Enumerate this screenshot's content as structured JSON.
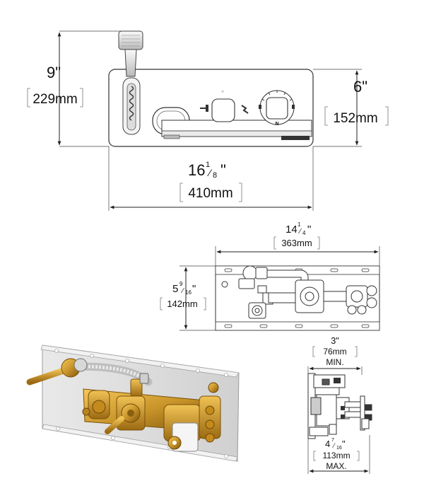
{
  "top_view": {
    "height_in": "9\"",
    "height_mm": "229mm",
    "plate_height_in": "6\"",
    "plate_height_mm": "152mm",
    "width_whole": "16",
    "width_num": "1",
    "width_den": "8",
    "width_quote": "\"",
    "width_mm": "410mm"
  },
  "valve_body": {
    "width_whole": "14",
    "width_num": "1",
    "width_den": "4",
    "width_quote": "\"",
    "width_mm": "363mm",
    "height_whole": "5",
    "height_num": "9",
    "height_den": "16",
    "height_quote": "\"",
    "height_mm": "142mm"
  },
  "depth": {
    "min_in": "3\"",
    "min_mm": "76mm",
    "min_label": "MIN.",
    "max_whole": "4",
    "max_num": "7",
    "max_den": "16",
    "max_quote": "\"",
    "max_mm": "113mm",
    "max_label": "MAX."
  },
  "colors": {
    "brass": "#c9952a",
    "brass_dark": "#8a5f10",
    "plate": "#ffffff",
    "outline": "#222222"
  }
}
